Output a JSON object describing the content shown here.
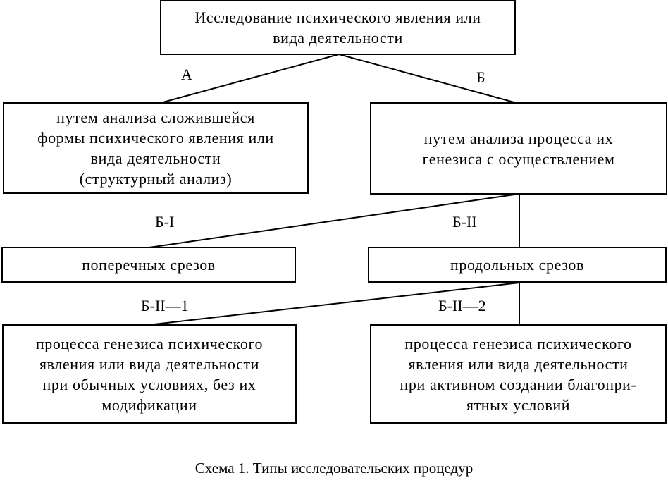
{
  "diagram": {
    "root": {
      "text": "Исследование психического явления или\nвида деятельности"
    },
    "branches": [
      {
        "label": "А",
        "text": "путем анализа сложившейся\nформы психического явления или\nвида деятельности\n(структурный анализ)"
      },
      {
        "label": "Б",
        "text": "путем анализа процесса их\nгенезиса с осуществлением"
      }
    ],
    "b_children": [
      {
        "label": "Б-I",
        "text": "поперечных срезов"
      },
      {
        "label": "Б-II",
        "text": "продольных срезов"
      }
    ],
    "b2_children": [
      {
        "label": "Б-II—1",
        "text": "процесса генезиса психического\nявления или вида деятельности\nпри обычных условиях, без их\nмодификации"
      },
      {
        "label": "Б-II—2",
        "text": "процесса генезиса психического\nявления или вида деятельности\nпри активном создании благопри-\nятных условий"
      }
    ],
    "caption": "Схема 1. Типы исследовательских процедур"
  }
}
